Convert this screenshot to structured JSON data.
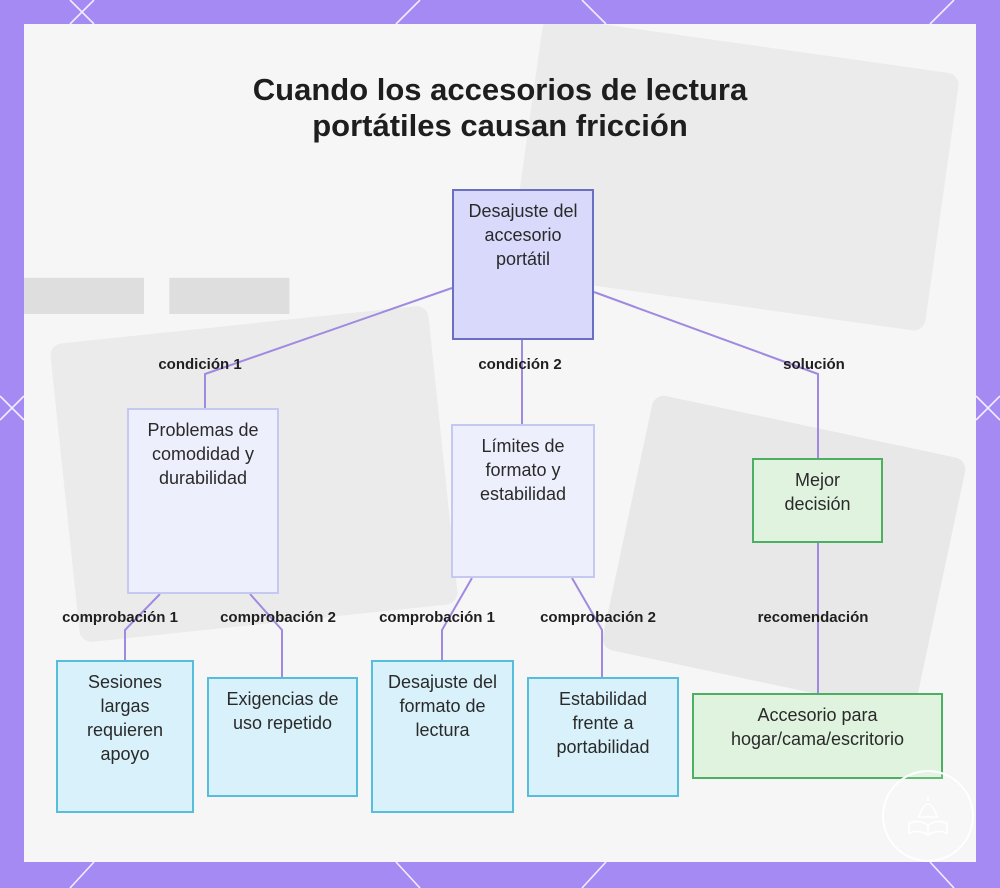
{
  "title": {
    "line1": "Cuando los accesorios de lectura",
    "line2": "portátiles causan fricción"
  },
  "nodes": {
    "root": "Desajuste del accesorio portátil",
    "cond1": "Problemas de comodidad y durabilidad",
    "cond2": "Límites de formato y estabilidad",
    "solution": "Mejor decisión",
    "check1a": "Sesiones largas requieren apoyo",
    "check1b": "Exigencias de uso repetido",
    "check2a": "Desajuste del formato de lectura",
    "check2b": "Estabilidad frente a portabilidad",
    "recommendation": "Accesorio para hogar/cama/escritorio"
  },
  "edges": {
    "cond1": "condición 1",
    "cond2": "condición 2",
    "solution": "solución",
    "check1a": "comprobación 1",
    "check1b": "comprobación 2",
    "check2a": "comprobación 1",
    "check2b": "comprobación 2",
    "recommendation": "recomendación"
  },
  "colors": {
    "background": "#a58af4",
    "root_fill": "#d9dafb",
    "root_border": "#6b6fc2",
    "condition_fill": "#eeeffd",
    "check_fill": "#d8f1fa",
    "check_border": "#56bedb",
    "solution_fill": "#dff3df",
    "solution_border": "#4caf62",
    "link": "#a08ae0"
  },
  "icons": {
    "seal": "open-book-bell-seal-icon"
  }
}
